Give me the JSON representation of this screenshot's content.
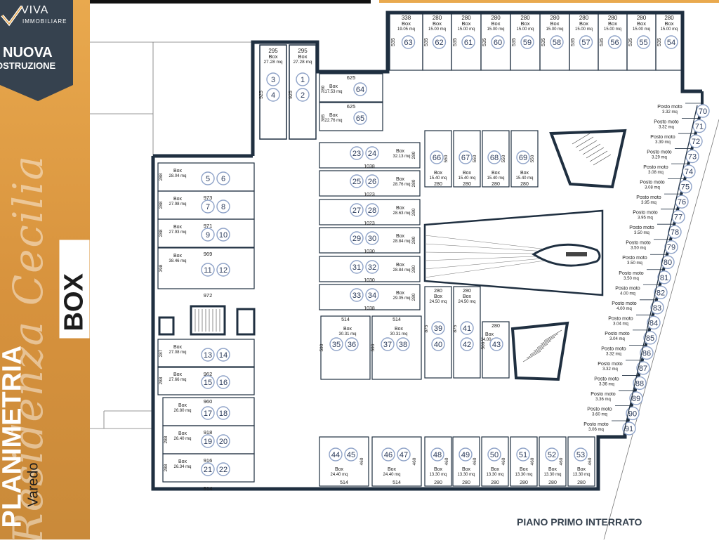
{
  "sidebar": {
    "brand": "VIVA",
    "brand_sub": "IMMOBILIARE",
    "badge_line1": "NUOVA",
    "badge_line2": "OSTRUZIONE",
    "script_title": "Residenza Cecilia",
    "town": "Varedo",
    "title_word": "PLANIMETRIA",
    "title_box": "BOX",
    "colors": {
      "gold": "#d7923d",
      "slate": "#36424f"
    }
  },
  "plan": {
    "floor_label": "PIANO PRIMO INTERRATO",
    "wall_color": "#1f2f40",
    "badge_color": "#8fa3c8",
    "boxes": [
      {
        "nums": [
          "63"
        ],
        "width": "338",
        "area": "19.05 mq",
        "depth": "535"
      },
      {
        "nums": [
          "62"
        ],
        "width": "280",
        "area": "15.00 mq",
        "depth": "535"
      },
      {
        "nums": [
          "61"
        ],
        "width": "280",
        "area": "15.00 mq",
        "depth": "535"
      },
      {
        "nums": [
          "60"
        ],
        "width": "280",
        "area": "15.00 mq",
        "depth": "535"
      },
      {
        "nums": [
          "59"
        ],
        "width": "280",
        "area": "15.00 mq",
        "depth": "535"
      },
      {
        "nums": [
          "58"
        ],
        "width": "280",
        "area": "15.00 mq",
        "depth": "535"
      },
      {
        "nums": [
          "57"
        ],
        "width": "280",
        "area": "15.00 mq",
        "depth": "535"
      },
      {
        "nums": [
          "56"
        ],
        "width": "280",
        "area": "15.00 mq",
        "depth": "535"
      },
      {
        "nums": [
          "55"
        ],
        "width": "280",
        "area": "15.00 mq",
        "depth": "535"
      },
      {
        "nums": [
          "54"
        ],
        "width": "280",
        "area": "15.00 mq",
        "depth": "535"
      },
      {
        "nums": [
          "3",
          "4"
        ],
        "width": "295",
        "area": "27.28 mq",
        "depth": "925"
      },
      {
        "nums": [
          "1",
          "2"
        ],
        "width": "295",
        "area": "27.28 mq",
        "depth": "925"
      },
      {
        "nums": [
          "64"
        ],
        "width": "625",
        "area": "17.53 mq",
        "depth": "280"
      },
      {
        "nums": [
          "65"
        ],
        "width": "625",
        "area": "22.76 mq",
        "depth": "365"
      },
      {
        "nums": [
          "5",
          "6"
        ],
        "width": "973",
        "area": "28.04 mq",
        "depth": "288"
      },
      {
        "nums": [
          "7",
          "8"
        ],
        "width": "971",
        "area": "27.98 mq",
        "depth": "288"
      },
      {
        "nums": [
          "9",
          "10"
        ],
        "width": "969",
        "area": "27.93 mq",
        "depth": "288"
      },
      {
        "nums": [
          "11",
          "12"
        ],
        "width": "972",
        "area": "38.46 mq",
        "depth": "398"
      },
      {
        "nums": [
          "13",
          "14"
        ],
        "width": "962",
        "area": "27.08 mq",
        "depth": "287"
      },
      {
        "nums": [
          "15",
          "16"
        ],
        "width": "960",
        "area": "27.66 mq",
        "depth": "288"
      },
      {
        "nums": [
          "17",
          "18"
        ],
        "width": "918",
        "area": "26.80 mq",
        "depth": ""
      },
      {
        "nums": [
          "19",
          "20"
        ],
        "width": "916",
        "area": "26.40 mq",
        "depth": "288"
      },
      {
        "nums": [
          "21",
          "22"
        ],
        "width": "914",
        "area": "26.34 mq",
        "depth": "288"
      },
      {
        "nums": [
          "23",
          "24"
        ],
        "width": "1038",
        "area": "32.13 mq",
        "depth": "280"
      },
      {
        "nums": [
          "25",
          "26"
        ],
        "width": "1023",
        "area": "28.76 mq",
        "depth": "280"
      },
      {
        "nums": [
          "27",
          "28"
        ],
        "width": "1023",
        "area": "28.63 mq",
        "depth": "280"
      },
      {
        "nums": [
          "29",
          "30"
        ],
        "width": "1030",
        "area": "28.84 mq",
        "depth": "280"
      },
      {
        "nums": [
          "31",
          "32"
        ],
        "width": "1030",
        "area": "28.84 mq",
        "depth": "280"
      },
      {
        "nums": [
          "33",
          "34"
        ],
        "width": "1038",
        "area": "29.05 mq",
        "depth": "280"
      },
      {
        "nums": [
          "66"
        ],
        "width": "280",
        "area": "15.40 mq",
        "depth": "550"
      },
      {
        "nums": [
          "67"
        ],
        "width": "280",
        "area": "15.40 mq",
        "depth": "550"
      },
      {
        "nums": [
          "68"
        ],
        "width": "280",
        "area": "15.40 mq",
        "depth": "550"
      },
      {
        "nums": [
          "69"
        ],
        "width": "280",
        "area": "15.40 mq",
        "depth": "550"
      },
      {
        "nums": [
          "35",
          "36"
        ],
        "width": "514",
        "area": "30.31 mq",
        "depth": "590"
      },
      {
        "nums": [
          "37",
          "38"
        ],
        "width": "514",
        "area": "30.31 mq",
        "depth": "590"
      },
      {
        "nums": [
          "39",
          "40"
        ],
        "width": "280",
        "area": "24.50 mq",
        "depth": "875"
      },
      {
        "nums": [
          "41",
          "42"
        ],
        "width": "280",
        "area": "24.50 mq",
        "depth": "875"
      },
      {
        "nums": [
          "43"
        ],
        "width": "280",
        "area": "14.00 mq",
        "depth": "500"
      },
      {
        "nums": [
          "44",
          "45"
        ],
        "width": "514",
        "area": "24.40 mq",
        "depth": "460"
      },
      {
        "nums": [
          "46",
          "47"
        ],
        "width": "514",
        "area": "24.40 mq",
        "depth": "460"
      },
      {
        "nums": [
          "48"
        ],
        "width": "280",
        "area": "13.30 mq",
        "depth": "460"
      },
      {
        "nums": [
          "49"
        ],
        "width": "280",
        "area": "13.30 mq",
        "depth": "460"
      },
      {
        "nums": [
          "50"
        ],
        "width": "280",
        "area": "13.30 mq",
        "depth": "460"
      },
      {
        "nums": [
          "51"
        ],
        "width": "280",
        "area": "13.30 mq",
        "depth": "460"
      },
      {
        "nums": [
          "52"
        ],
        "width": "280",
        "area": "13.30 mq",
        "depth": "460"
      },
      {
        "nums": [
          "53"
        ],
        "width": "280",
        "area": "13.30 mq",
        "depth": "460"
      }
    ],
    "moto": [
      {
        "num": "70",
        "area": "3.32 mq"
      },
      {
        "num": "71",
        "area": "3.32 mq"
      },
      {
        "num": "72",
        "area": "3.39 mq"
      },
      {
        "num": "73",
        "area": "3.29 mq"
      },
      {
        "num": "74",
        "area": "3.08 mq"
      },
      {
        "num": "75",
        "area": "3.08 mq"
      },
      {
        "num": "76",
        "area": "3.95 mq"
      },
      {
        "num": "77",
        "area": "3.95 mq"
      },
      {
        "num": "78",
        "area": "3.50 mq"
      },
      {
        "num": "79",
        "area": "3.50 mq"
      },
      {
        "num": "80",
        "area": "3.50 mq"
      },
      {
        "num": "81",
        "area": "3.50 mq"
      },
      {
        "num": "82",
        "area": "4.00 mq"
      },
      {
        "num": "83",
        "area": "4.00 mq"
      },
      {
        "num": "84",
        "area": "3.04 mq"
      },
      {
        "num": "85",
        "area": "3.04 mq"
      },
      {
        "num": "86",
        "area": "3.32 mq"
      },
      {
        "num": "87",
        "area": "3.32 mq"
      },
      {
        "num": "88",
        "area": "3.36 mq"
      },
      {
        "num": "89",
        "area": "3.36 mq"
      },
      {
        "num": "90",
        "area": "3.60 mq"
      },
      {
        "num": "91",
        "area": "3.06 mq"
      }
    ],
    "box_word": "Box",
    "moto_word": "Posto moto"
  }
}
